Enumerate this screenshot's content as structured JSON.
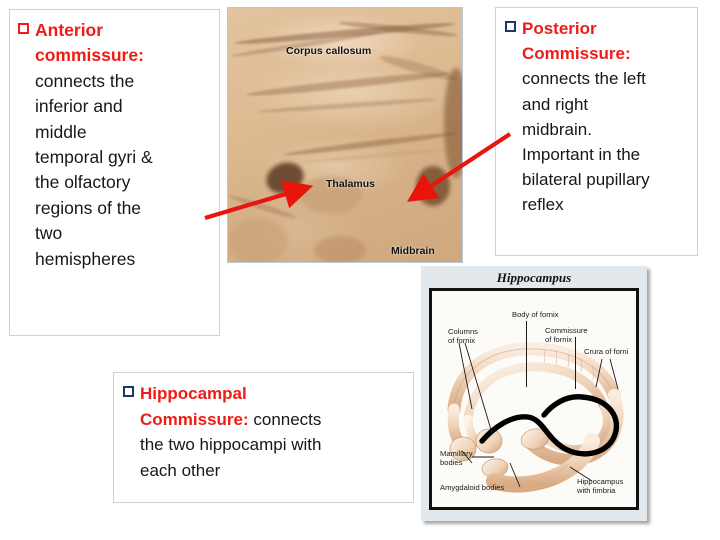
{
  "slide": {
    "background": "#ffffff",
    "accent_red": "#ee1c16",
    "accent_blue": "#1f3864",
    "box_border": "#c5d3dd"
  },
  "boxes": {
    "anterior": {
      "bullet": "red-hollow-square",
      "heading_line1": "Anterior",
      "heading_line2": "commissure:",
      "body_lines": [
        "connects the",
        "inferior and",
        "middle",
        "temporal gyri &",
        "the olfactory",
        "regions of the",
        "two",
        "hemispheres"
      ]
    },
    "posterior": {
      "bullet": "blue-hollow-square",
      "heading_line1": "Posterior",
      "heading_line2": "Commissure:",
      "body_lines": [
        "connects the left",
        "and right",
        "midbrain.",
        "Important in the",
        "bilateral pupillary",
        "reflex"
      ]
    },
    "hippocampal": {
      "bullet": "blue-hollow-square",
      "heading_line1": "Hippocampal",
      "heading_line2": "Commissure:",
      "body_inline": " connects",
      "body_lines": [
        "the two hippocampi with",
        "each other"
      ]
    }
  },
  "brain_photo": {
    "alt": "midsagittal brain dissection photograph",
    "labels": [
      "Corpus callosum",
      "Thalamus",
      "Midbrain"
    ]
  },
  "arrows": {
    "left": {
      "color": "#e8150d",
      "points_to": "anterior-commissure-region"
    },
    "right": {
      "color": "#e8150d",
      "points_to": "posterior-commissure-region"
    }
  },
  "hippocampus_figure": {
    "title": "Hippocampus",
    "labels": [
      "Body of fornix",
      "Columns\nof fornix",
      "Commissure\nof fornix",
      "Crura of forni",
      "Mamillary\nbodies",
      "Amygdaloid bodies",
      "Hippocampus\nwith fimbria"
    ],
    "annotation": "hand-drawn black loop highlighting commissure of fornix"
  }
}
